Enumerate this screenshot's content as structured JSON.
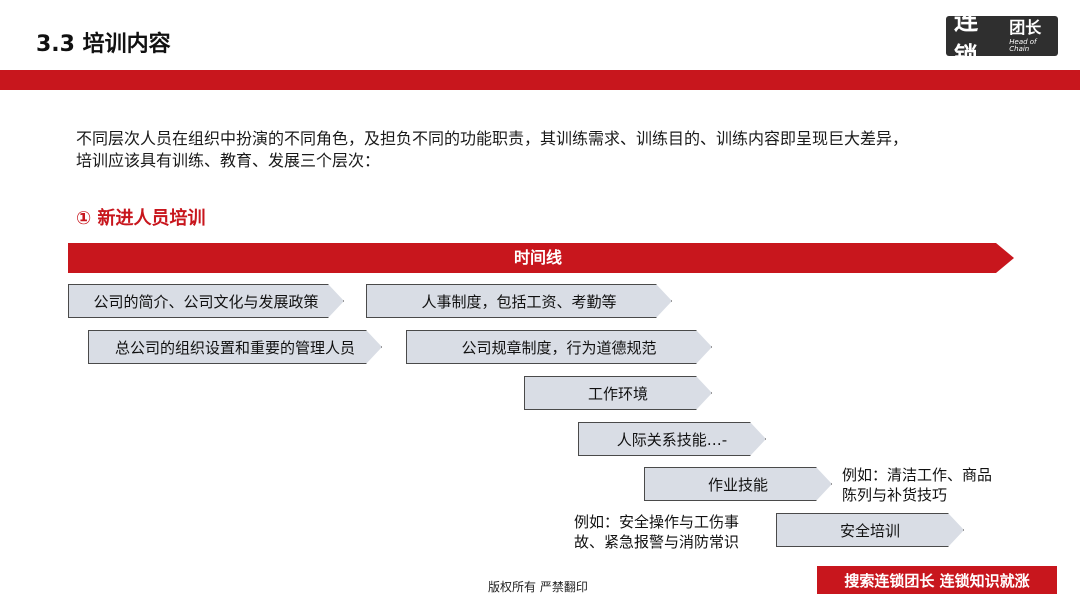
{
  "header": {
    "title": "3.3  培训内容"
  },
  "logo": {
    "main": "连锁",
    "cn_small": "团长",
    "en_small": "Head of Chain"
  },
  "intro": {
    "line1": "不同层次人员在组织中扮演的不同角色，及担负不同的功能职责，其训练需求、训练目的、训练内容即呈现巨大差异，",
    "line2": "培训应该具有训练、教育、发展三个层次："
  },
  "section": {
    "title": "①  新进人员培训"
  },
  "timeline": {
    "label": "时间线"
  },
  "items": [
    {
      "label": "公司的简介、公司文化与发展政策"
    },
    {
      "label": "人事制度，包括工资、考勤等"
    },
    {
      "label": "总公司的组织设置和重要的管理人员"
    },
    {
      "label": "公司规章制度，行为道德规范"
    },
    {
      "label": "工作环境"
    },
    {
      "label": "人际关系技能…-"
    },
    {
      "label": "作业技能"
    },
    {
      "label": "安全培训"
    }
  ],
  "notes": {
    "skill_line1": "例如：清洁工作、商品",
    "skill_line2": "陈列与补货技巧",
    "safety_line1": "例如：安全操作与工伤事",
    "safety_line2": "故、紧急报警与消防常识"
  },
  "footer": {
    "copyright": "版权所有  严禁翻印",
    "promo": "搜索连锁团长  连锁知识就涨"
  },
  "colors": {
    "accent": "#c8161d",
    "pill_fill": "#d9dde5"
  }
}
